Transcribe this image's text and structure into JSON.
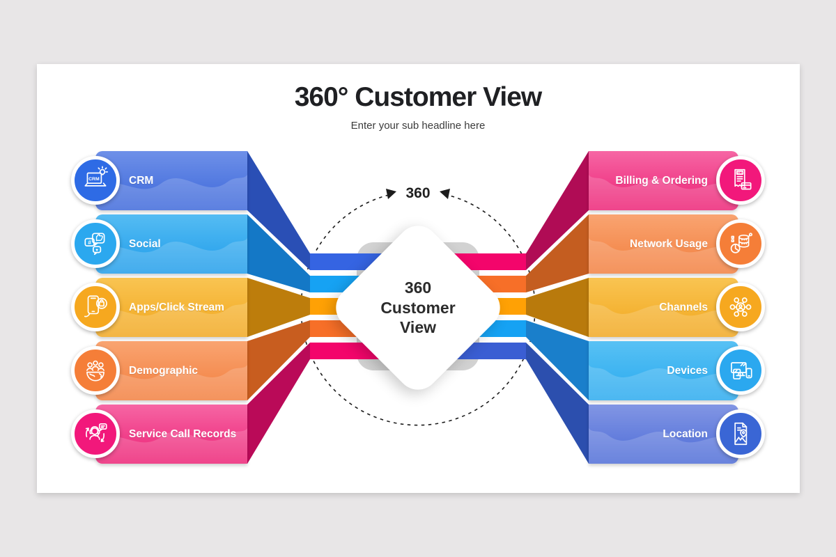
{
  "slide": {
    "title": "360° Customer View",
    "subtitle": "Enter your sub headline here",
    "degree_label": "360",
    "center_label": "360 Customer View",
    "background_color": "#ffffff",
    "page_background": "#e8e6e7",
    "center_card_color": "#d2d2d2",
    "dashed_circle_color": "#1c1c1c"
  },
  "left_items": [
    {
      "label": "CRM",
      "icon": "crm-icon",
      "icon_text": "CRM",
      "color_top": "#6E90E8",
      "color_bottom": "#3C67DA",
      "wedge_color": "#2A4FB5",
      "stripe_color": "#3564E2",
      "circle_color": "#2E6BE5"
    },
    {
      "label": "Social",
      "icon": "social-icon",
      "icon_hash": "#",
      "icon_heart": "♥",
      "color_top": "#55BCF3",
      "color_bottom": "#1E9CEA",
      "wedge_color": "#1478C6",
      "stripe_color": "#16A2F3",
      "circle_color": "#2BA8EF"
    },
    {
      "label": "Apps/Click Stream",
      "icon": "apps-click-stream-icon",
      "color_top": "#F9C452",
      "color_bottom": "#F1A71E",
      "wedge_color": "#BD7D0C",
      "stripe_color": "#FFA105",
      "circle_color": "#F6A81F"
    },
    {
      "label": "Demographic",
      "icon": "demographic-icon",
      "color_top": "#F9A471",
      "color_bottom": "#F27E3D",
      "wedge_color": "#C85D1F",
      "stripe_color": "#F76F28",
      "circle_color": "#F57E38"
    },
    {
      "label": "Service Call Records",
      "icon": "service-call-records-icon",
      "color_top": "#F666A4",
      "color_bottom": "#EC2074",
      "wedge_color": "#BA0A58",
      "stripe_color": "#F3056B",
      "circle_color": "#F2187B"
    }
  ],
  "right_items": [
    {
      "label": "Billing & Ordering",
      "icon": "billing-ordering-icon",
      "icon_text": "BILL",
      "color_top": "#F666A4",
      "color_bottom": "#EC2074",
      "wedge_color": "#B00C55",
      "stripe_color": "#F3056B",
      "circle_color": "#F2187B"
    },
    {
      "label": "Network Usage",
      "icon": "network-usage-icon",
      "color_top": "#F9A471",
      "color_bottom": "#F27E3D",
      "wedge_color": "#C45D20",
      "stripe_color": "#F76F28",
      "circle_color": "#F57E38"
    },
    {
      "label": "Channels",
      "icon": "channels-icon",
      "color_top": "#F9C452",
      "color_bottom": "#F1A71E",
      "wedge_color": "#B97A0C",
      "stripe_color": "#FFA105",
      "circle_color": "#F6A81F"
    },
    {
      "label": "Devices",
      "icon": "devices-icon",
      "color_top": "#58C1F4",
      "color_bottom": "#28A9EF",
      "wedge_color": "#1A7FCB",
      "stripe_color": "#16A2F3",
      "circle_color": "#2BA8EF"
    },
    {
      "label": "Location",
      "icon": "location-icon",
      "color_top": "#8296E4",
      "color_bottom": "#4C6BD7",
      "wedge_color": "#2C4FAE",
      "stripe_color": "#3A5ED3",
      "circle_color": "#3A66D5"
    }
  ]
}
